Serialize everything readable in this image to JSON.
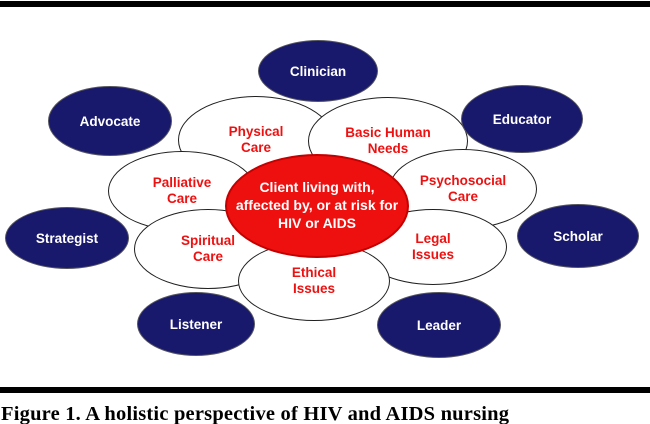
{
  "figure": {
    "center": {
      "label": "Client living with, affected by, or at risk for HIV or AIDS",
      "lines": [
        "Client living with,",
        "affected by, or at risk for",
        "HIV or AIDS"
      ]
    },
    "petals": [
      {
        "label": "Physical Care",
        "lines": [
          "Physical",
          "Care"
        ]
      },
      {
        "label": "Basic Human Needs",
        "lines": [
          "Basic Human",
          "Needs"
        ]
      },
      {
        "label": "Palliative Care",
        "lines": [
          "Palliative",
          "Care"
        ]
      },
      {
        "label": "Psychosocial Care",
        "lines": [
          "Psychosocial",
          "Care"
        ]
      },
      {
        "label": "Spiritual Care",
        "lines": [
          "Spiritual",
          "Care"
        ]
      },
      {
        "label": "Legal Issues",
        "lines": [
          "Legal",
          "Issues"
        ]
      },
      {
        "label": "Ethical Issues",
        "lines": [
          "Ethical",
          "Issues"
        ]
      }
    ],
    "roles": [
      {
        "label": "Clinician"
      },
      {
        "label": "Advocate"
      },
      {
        "label": "Educator"
      },
      {
        "label": "Strategist"
      },
      {
        "label": "Scholar"
      },
      {
        "label": "Listener"
      },
      {
        "label": "Leader"
      }
    ]
  },
  "caption": {
    "text": "Figure 1. A holistic perspective of HIV and AIDS nursing"
  },
  "colors": {
    "navy": "#18186d",
    "red-fill": "#ee0f0f",
    "red-border": "#c40000",
    "petal-text": "#ee1111",
    "outline": "#1f1f1f",
    "bar": "#000000"
  }
}
